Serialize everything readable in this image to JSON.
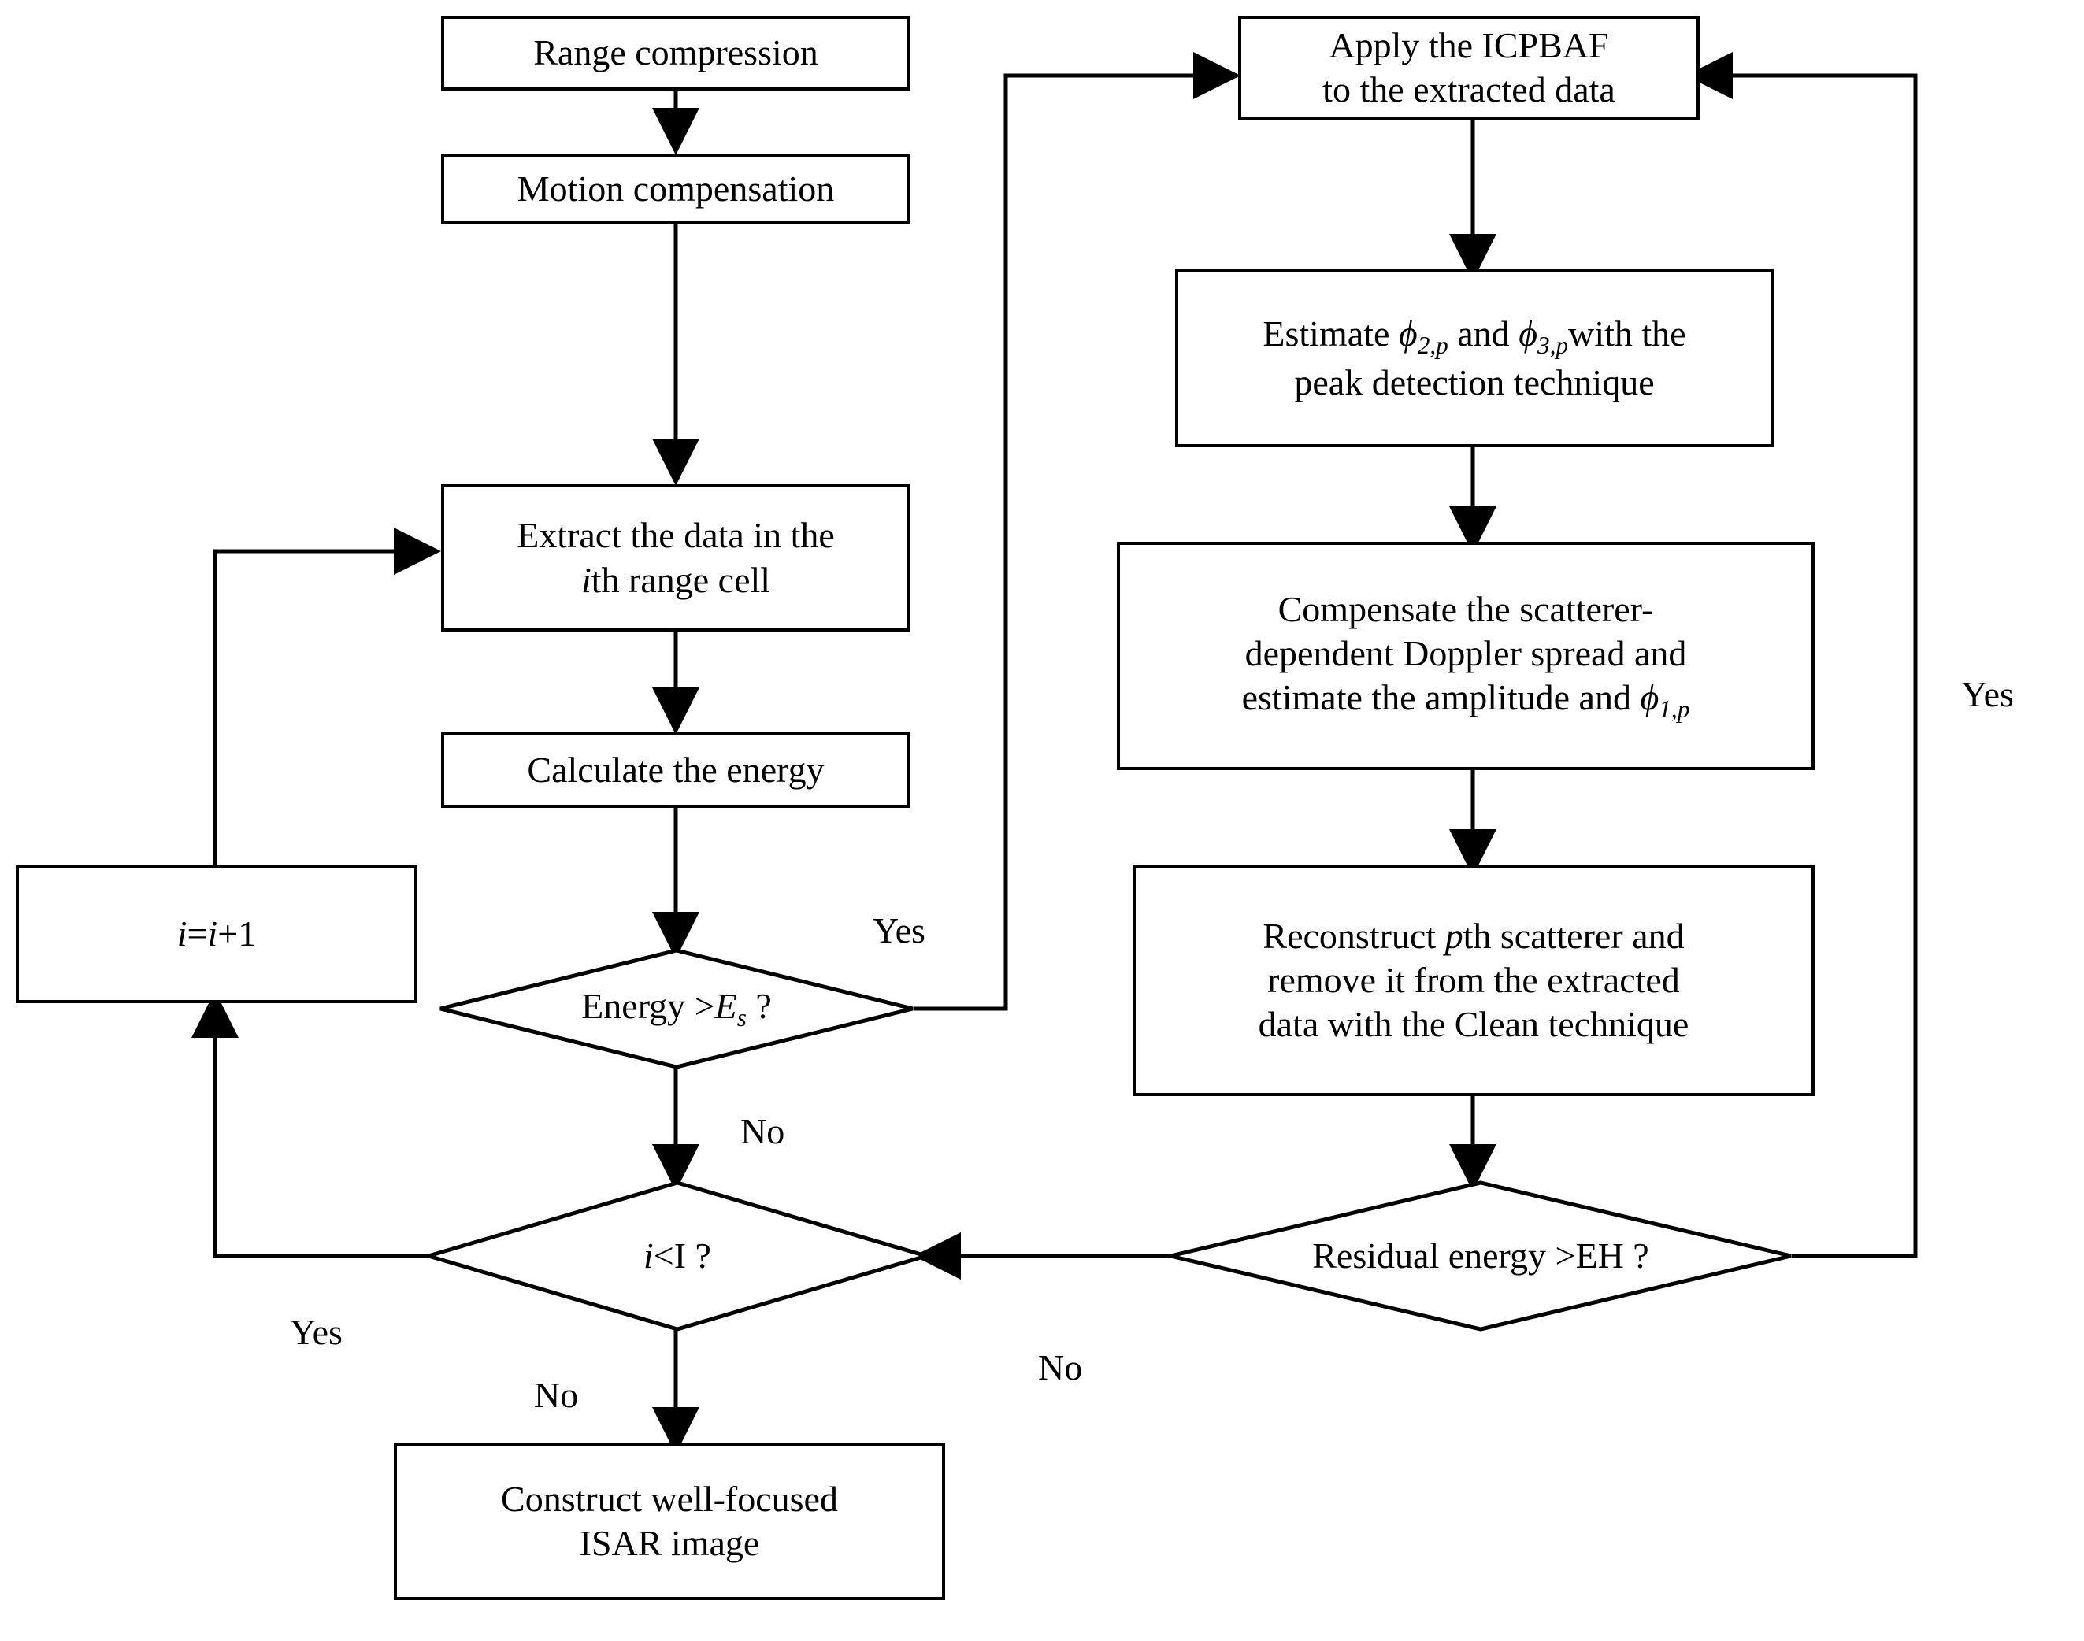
{
  "diagram": {
    "type": "flowchart",
    "title": "ISAR imaging algorithm flowchart",
    "nodes": {
      "range_compression": {
        "label": "Range compression",
        "shape": "process"
      },
      "motion_compensation": {
        "label": "Motion compensation",
        "shape": "process"
      },
      "extract_data_line1": "Extract the data in the",
      "extract_data_line2_i": "i",
      "extract_data_line2_rest": "th range cell",
      "calculate_energy": {
        "label": "Calculate the energy",
        "shape": "process"
      },
      "energy_decision_pre": "Energy >",
      "energy_decision_E": "E",
      "energy_decision_sub": "s",
      "energy_decision_post": " ?",
      "increment_i_a": "i",
      "increment_i_eq": "=",
      "increment_i_b": "i",
      "increment_i_plus": "+1",
      "i_lt_I_a": "i",
      "i_lt_I_rest": "<I ?",
      "construct_line1": "Construct well-focused",
      "construct_line2": "ISAR image",
      "apply_icpbaf_line1": "Apply the ICPBAF",
      "apply_icpbaf_line2": "to the extracted data",
      "estimate_pre": "Estimate ",
      "estimate_phi2": "ϕ",
      "estimate_phi2_sub": "2,p",
      "estimate_mid": " and ",
      "estimate_phi3": "ϕ",
      "estimate_phi3_sub": "3,p",
      "estimate_post": "with the",
      "estimate_line2": "peak detection technique",
      "compensate_line1": "Compensate  the scatterer-",
      "compensate_line2": "dependent Doppler spread and",
      "compensate_line3": "estimate  the amplitude and ",
      "compensate_phi1": "ϕ",
      "compensate_phi1_sub": "1,p",
      "reconstruct_line1_pre": "Reconstruct ",
      "reconstruct_line1_p": "p",
      "reconstruct_line1_post": "th scatterer and",
      "reconstruct_line2": "remove it from the extracted",
      "reconstruct_line3": "data with the Clean technique",
      "residual_decision": "Residual energy >EH ?"
    },
    "edge_labels": {
      "energy_yes": "Yes",
      "energy_no": "No",
      "i_loop_yes": "Yes",
      "i_loop_no": "No",
      "residual_yes": "Yes",
      "residual_no": "No"
    },
    "colors": {
      "stroke": "#000000",
      "fill": "#ffffff",
      "text": "#000000"
    }
  }
}
